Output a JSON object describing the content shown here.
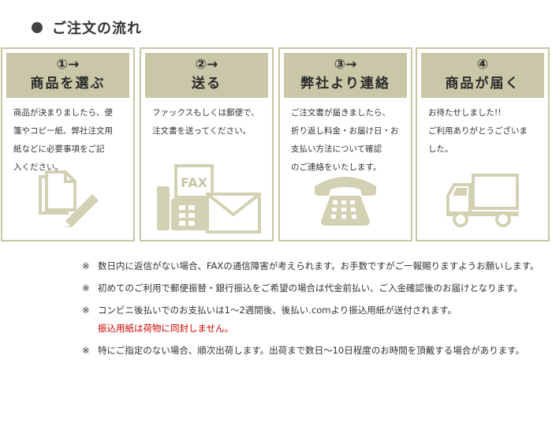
{
  "page": {
    "title": "ご注文の流れ"
  },
  "steps": [
    {
      "number": "①→",
      "name": "商品を選ぶ",
      "lines": [
        "商品が決まりましたら、便",
        "箋やコピー紙、弊社注文用",
        "紙などに必要事項をご記",
        "入ください。"
      ],
      "icon": "document-pen-icon"
    },
    {
      "number": "②→",
      "name": "送る",
      "lines": [
        "ファックスもしくは郵便で、",
        "注文書を送ってください。"
      ],
      "icon": "fax-mail-icon",
      "icon_text": "FAX"
    },
    {
      "number": "③→",
      "name": "弊社より連絡",
      "lines": [
        "ご注文書が届きましたら、",
        "折り返し料金・お届け日・お",
        "支払い方法について確認",
        "のご連絡をいたします。"
      ],
      "icon": "telephone-icon"
    },
    {
      "number": "④",
      "name": "商品が届く",
      "lines": [
        "お待たせしました!!",
        "ご利用ありがとうございま",
        "した。"
      ],
      "icon": "truck-icon"
    }
  ],
  "notes": [
    {
      "mark": "※",
      "text": "数日内に返信がない場合、FAXの通信障害が考えられます。お手数ですがご一報賜りますようお願いします。"
    },
    {
      "mark": "※",
      "text": "初めてのご利用で郵便振替・銀行振込をご希望の場合は代金前払い、ご入金確認後のお届けとなります。"
    },
    {
      "mark": "※",
      "text": "コンビニ後払いでのお支払いは1～2週間後、後払い.comより振込用紙が送付されます。",
      "red": "振込用紙は荷物に同封しません。"
    },
    {
      "mark": "※",
      "text": "特にご指定のない場合、順次出荷します。出荷まで数日～10日程度のお時間を頂戴する場合があります。"
    }
  ],
  "colors": {
    "card_border": "#c8c6a4",
    "card_header": "#c9c7a7",
    "icon": "#d3d1b4",
    "warning_text": "#d10000"
  }
}
